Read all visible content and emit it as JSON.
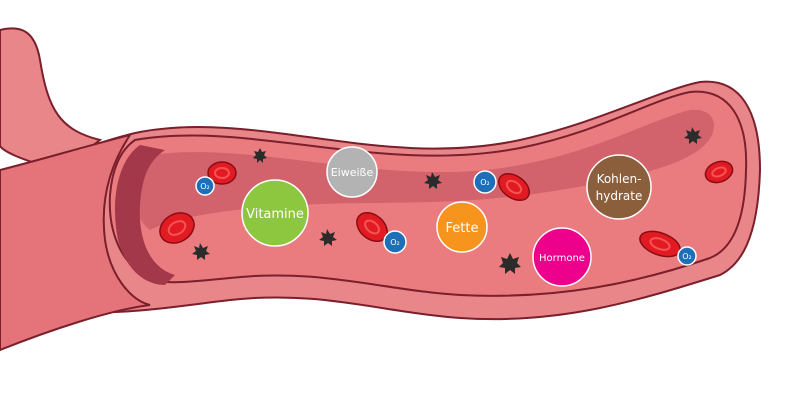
{
  "nutrients": [
    {
      "key": "vitamine",
      "label": "Vitamine",
      "color": "#8dc63f"
    },
    {
      "key": "eiweisse",
      "label": "Eiweiße",
      "color": "#b3b3b3"
    },
    {
      "key": "fette",
      "label": "Fette",
      "color": "#f7941d"
    },
    {
      "key": "hormone",
      "label": "Hormone",
      "color": "#ec008c"
    },
    {
      "key": "kohlenhydrate",
      "label_line1": "Kohlen-",
      "label_line2": "hydrate",
      "color": "#8b5e3c"
    }
  ],
  "oxygen_label": "O₂",
  "colors": {
    "vessel_outer": "#d9656a",
    "vessel_wall": "#e8868a",
    "vessel_inner": "#ea7c80",
    "vessel_dark": "#b84a55",
    "outline": "#7a1f2b",
    "rbc": "#e21b23",
    "oxygen": "#1f6fb8",
    "particle": "#2b2b2b"
  }
}
